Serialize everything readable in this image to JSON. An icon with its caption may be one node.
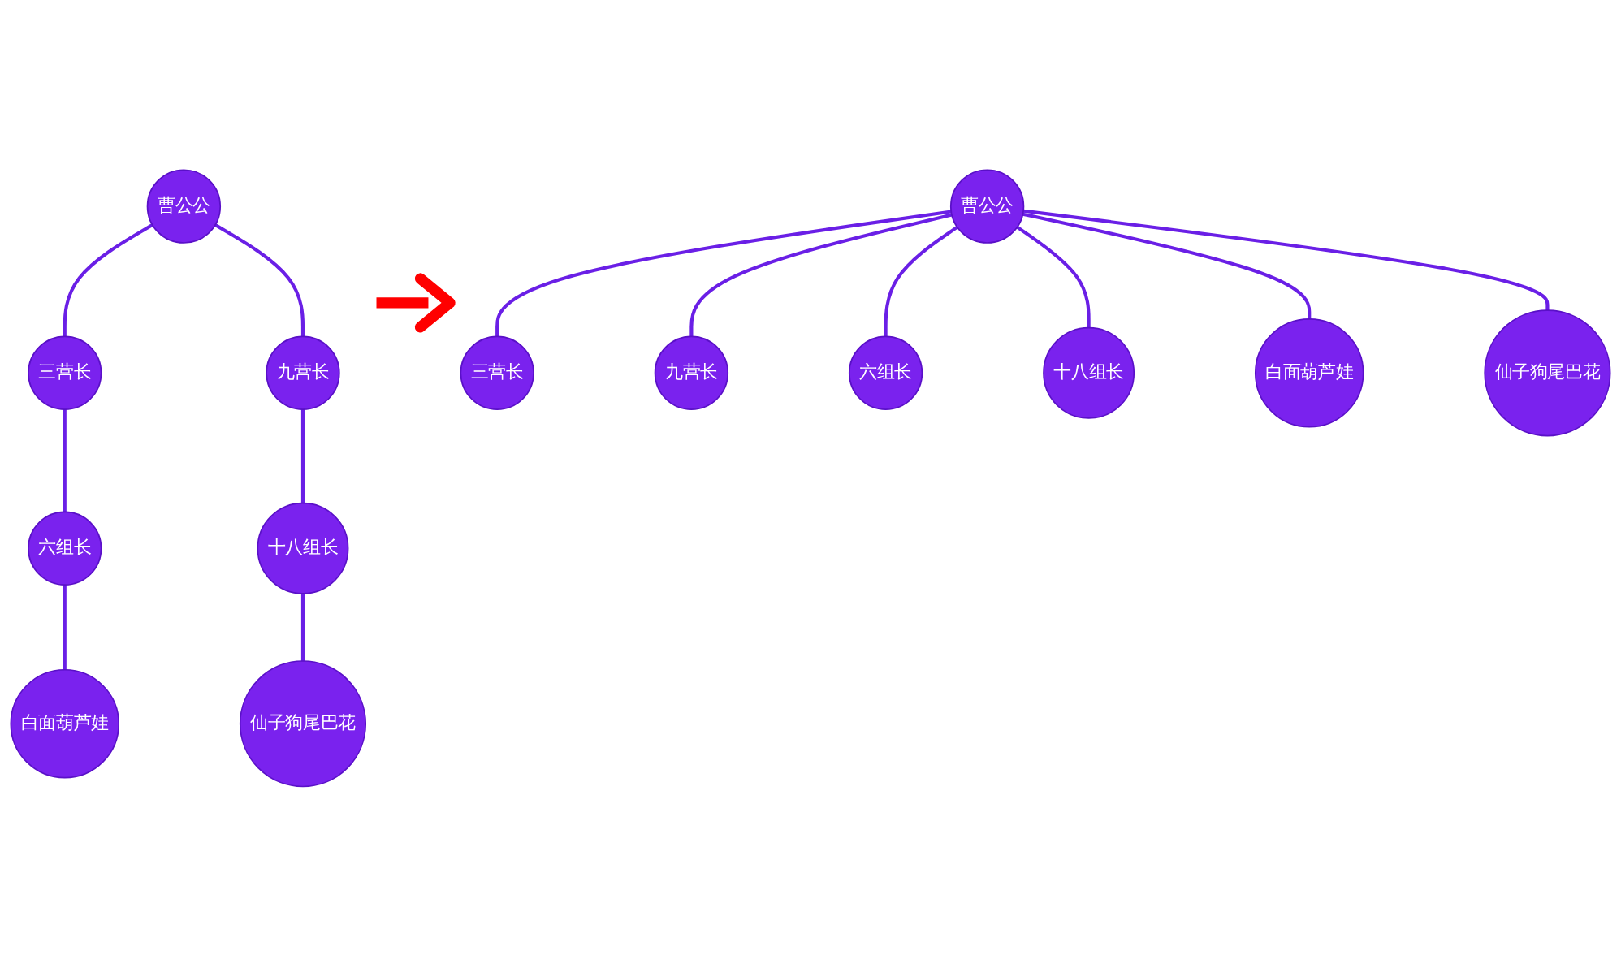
{
  "diagram": {
    "nodes": [
      {
        "text": [
          "曹公公"
        ]
      },
      {
        "text": [
          "三营长"
        ]
      },
      {
        "text": [
          "九营长"
        ]
      },
      {
        "text": [
          "六组长"
        ]
      },
      {
        "text": [
          "十八组长"
        ]
      },
      {
        "text": [
          "白面葫芦娃"
        ]
      },
      {
        "text": [
          "仙子狗尾巴花"
        ]
      },
      {
        "text": [
          "曹公公"
        ]
      },
      {
        "text": [
          "三营长"
        ]
      },
      {
        "text": [
          "九营长"
        ]
      },
      {
        "text": [
          "六组长"
        ]
      },
      {
        "text": [
          "十八组长"
        ]
      },
      {
        "text": [
          "白面葫芦娃"
        ]
      },
      {
        "text": [
          "仙子狗尾巴花"
        ]
      }
    ],
    "edges": [
      {
        "from": 0,
        "to": 1,
        "arrow": "none"
      },
      {
        "from": 0,
        "to": 2,
        "arrow": "none"
      },
      {
        "from": 1,
        "to": 3,
        "arrow": "none"
      },
      {
        "from": 2,
        "to": 4,
        "arrow": "none"
      },
      {
        "from": 3,
        "to": 5,
        "arrow": "none"
      },
      {
        "from": 4,
        "to": 6,
        "arrow": "none"
      },
      {
        "from": 7,
        "to": 8,
        "arrow": "none"
      },
      {
        "from": 7,
        "to": 9,
        "arrow": "none"
      },
      {
        "from": 7,
        "to": 10,
        "arrow": "none"
      },
      {
        "from": 7,
        "to": 11,
        "arrow": "none"
      },
      {
        "from": 7,
        "to": 12,
        "arrow": "none"
      },
      {
        "from": 7,
        "to": 13,
        "arrow": "none"
      }
    ]
  }
}
